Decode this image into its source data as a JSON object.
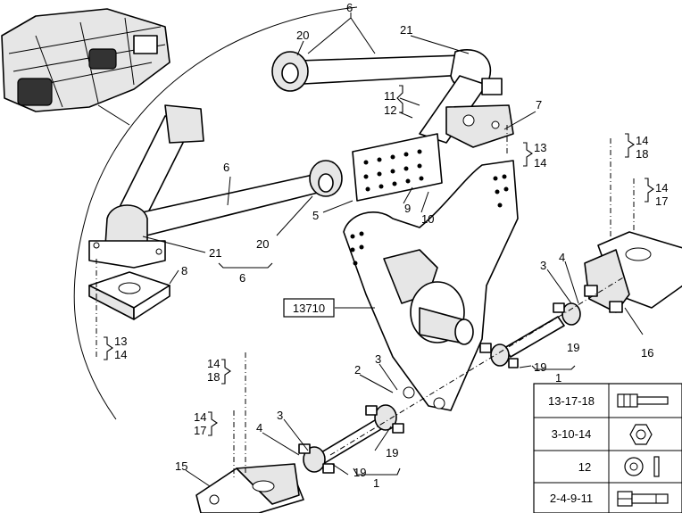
{
  "callouts": {
    "c6_top": "6",
    "c20_top": "20",
    "c21_top": "21",
    "c11": "11",
    "c12": "12",
    "c7": "7",
    "c13_r": "13",
    "c14_r": "14",
    "c14_tr": "14",
    "c18_tr": "18",
    "c14_tr2": "14",
    "c17_tr2": "17",
    "c6_left": "6",
    "c5": "5",
    "c9": "9",
    "c10": "10",
    "c20_left": "20",
    "c21_left": "21",
    "c6_bottom": "6",
    "c8": "8",
    "c13_l": "13",
    "c14_l": "14",
    "c3_r": "3",
    "c4_r": "4",
    "c16": "16",
    "c19_r1": "19",
    "c19_r2": "19",
    "c1_r": "1",
    "c2": "2",
    "c3_m": "3",
    "c14_ml": "14",
    "c18_ml": "18",
    "c14_ll": "14",
    "c17_ll": "17",
    "c4_l": "4",
    "c3_l": "3",
    "c15": "15",
    "c19_l": "19",
    "c1_l": "1",
    "c19_m": "19"
  },
  "assembly_ref": "13710",
  "legend": [
    {
      "label": "13-17-18",
      "symbol": "bolt-icon"
    },
    {
      "label": "3-10-14",
      "symbol": "nut-icon"
    },
    {
      "label": "12",
      "symbol": "washer-icon"
    },
    {
      "label": "2-4-9-11",
      "symbol": "hex-bolt-icon"
    }
  ]
}
